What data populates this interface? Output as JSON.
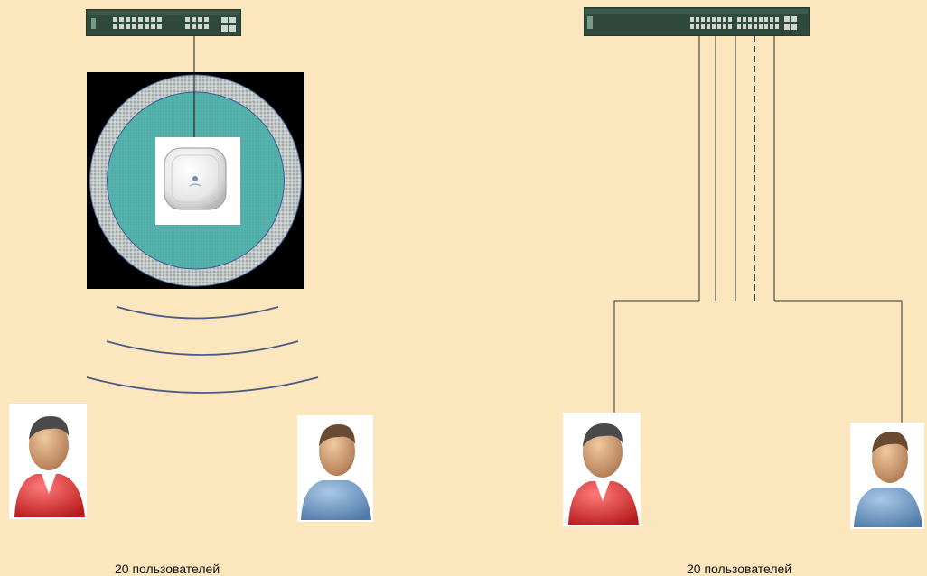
{
  "left_group": {
    "caption": "20 пользователей",
    "switch_model": "24-port switch"
  },
  "right_group": {
    "caption": "20 пользователей",
    "switch_model": "48-port switch"
  },
  "colors": {
    "background": "#fbe6bd",
    "wave": "#4a5a88",
    "ap_panel": "#000000",
    "ap_coverage": "#55b3ae"
  }
}
